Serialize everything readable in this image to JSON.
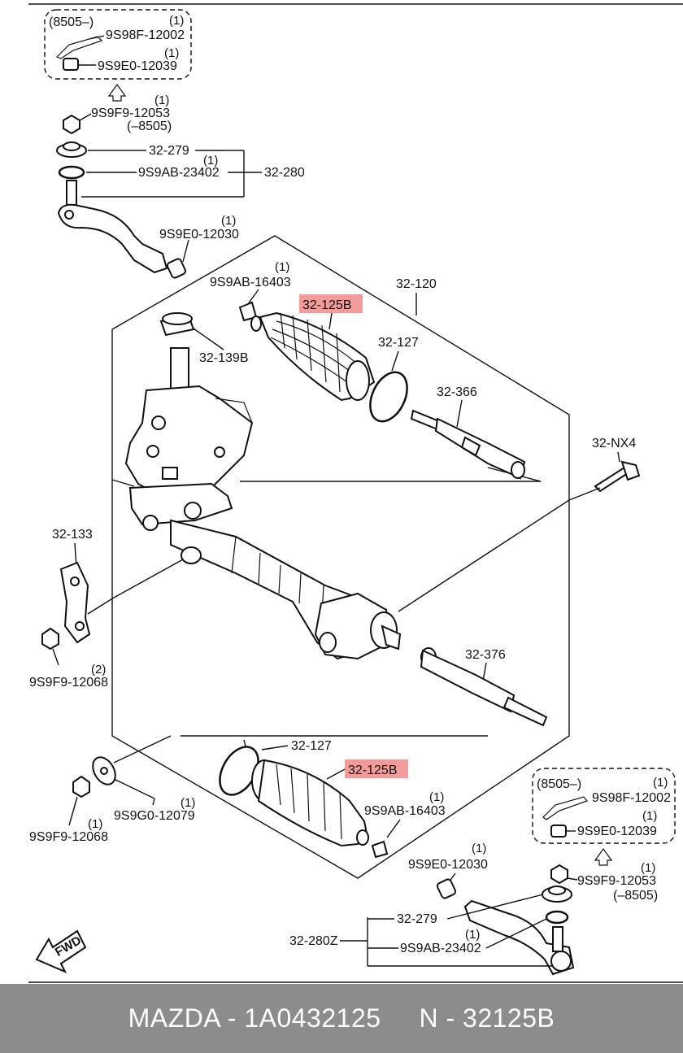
{
  "header_box_tl": {
    "code": "(8505–)",
    "items": [
      {
        "part": "9S98F-12002",
        "qty": "(1)"
      },
      {
        "part": "9S9E0-12039",
        "qty": "(1)"
      }
    ]
  },
  "header_box_br": {
    "code": "(8505–)",
    "items": [
      {
        "part": "9S98F-12002",
        "qty": "(1)"
      },
      {
        "part": "9S9E0-12039",
        "qty": "(1)"
      }
    ]
  },
  "labels": {
    "nut_tl": "9S9F9-12053",
    "nut_tl_qty": "(1)",
    "nut_tl_note": "(–8505)",
    "p32_279_t": "32-279",
    "ring_t": "9S9AB-23402",
    "ring_t_qty": "(1)",
    "p32_280": "32-280",
    "cap_t": "9S9E0-12030",
    "cap_t_qty": "(1)",
    "clamp_t": "9S9AB-16403",
    "clamp_t_qty": "(1)",
    "p32_120": "32-120",
    "p32_125b_t": "32-125B",
    "p32_127_t": "32-127",
    "p32_139b": "32-139B",
    "p32_366": "32-366",
    "p32_nx4": "32-NX4",
    "p32_133": "32-133",
    "nut_l": "9S9F9-12068",
    "nut_l_qty": "(2)",
    "p32_376": "32-376",
    "p32_127_b": "32-127",
    "p32_125b_b": "32-125B",
    "clamp_b": "9S9AB-16403",
    "clamp_b_qty": "(1)",
    "washer": "9S9G0-12079",
    "washer_qty": "(1)",
    "nut_bl": "9S9F9-12068",
    "nut_bl_qty": "(1)",
    "cap_b": "9S9E0-12030",
    "cap_b_qty": "(1)",
    "nut_br": "9S9F9-12053",
    "nut_br_qty": "(1)",
    "nut_br_note": "(–8505)",
    "p32_279_b": "32-279",
    "p32_280z": "32-280Z",
    "ring_b": "9S9AB-23402",
    "ring_b_qty": "(1)",
    "fwd": "FWD"
  },
  "footer": {
    "text": "MAZDA - 1A0432125     N - 32125B"
  },
  "colors": {
    "highlight": "#f08a8a",
    "footer_bg": "#8c8c8c"
  }
}
